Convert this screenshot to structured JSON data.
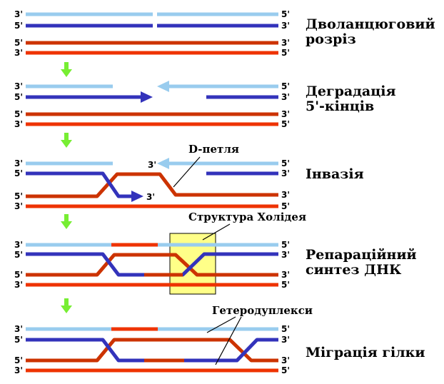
{
  "colors": {
    "light_blue": "#99ccee",
    "dark_blue": "#3333bb",
    "dark_red": "#cc3300",
    "red": "#ee3300",
    "arrow_green": "#77ee33",
    "holliday_box": "#ffff88"
  },
  "end_labels": {
    "three_prime": "3'",
    "five_prime": "5'"
  },
  "steps": [
    {
      "title_line1": "Дволанцюговий",
      "title_line2": "розріз"
    },
    {
      "title_line1": "Деградація",
      "title_line2": "5'-кінців"
    },
    {
      "title_line1": "Інвазія",
      "title_line2": ""
    },
    {
      "title_line1": "Репараційний",
      "title_line2": "синтез ДНК"
    },
    {
      "title_line1": "Міграція гілки",
      "title_line2": ""
    }
  ],
  "annotations": {
    "d_loop": "D-петля",
    "holliday": "Структура Холідея",
    "heteroduplex": "Гетеродуплекси"
  },
  "icons": {
    "step_arrow": "down-arrow-icon"
  }
}
